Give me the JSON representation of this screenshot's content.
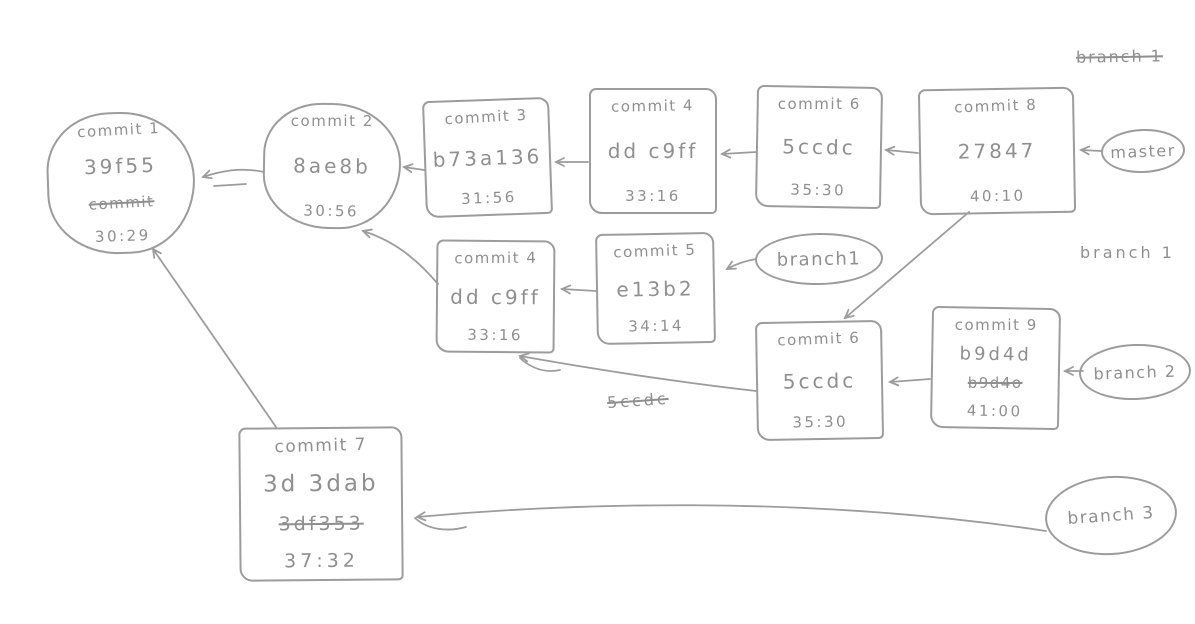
{
  "ink_color": "#9c9c9c",
  "nodes": {
    "commit1": {
      "title": "commit 1",
      "hash": "39f55",
      "struck": "commit",
      "time": "30:29"
    },
    "commit2": {
      "title": "commit 2",
      "hash": "8ae8b",
      "time": "30:56"
    },
    "commit3": {
      "title": "commit 3",
      "hash": "b73a136",
      "time": "31:56"
    },
    "commit4top": {
      "title": "commit 4",
      "hash": "dd c9ff",
      "time": "33:16"
    },
    "commit6top": {
      "title": "commit 6",
      "hash": "5ccdc",
      "time": "35:30"
    },
    "commit8": {
      "title": "commit 8",
      "hash": "27847",
      "time": "40:10"
    },
    "commit4mid": {
      "title": "commit 4",
      "hash": "dd c9ff",
      "time": "33:16"
    },
    "commit5": {
      "title": "commit 5",
      "hash": "e13b2",
      "time": "34:14"
    },
    "commit6bot": {
      "title": "commit 6",
      "hash": "5ccdc",
      "time": "35:30"
    },
    "commit9": {
      "title": "commit 9",
      "hash": "b9d4d",
      "struck": "b9d4o",
      "time": "41:00"
    },
    "commit7": {
      "title": "commit 7",
      "hash": "3d 3dab",
      "struck": "3df353",
      "time": "37:32"
    }
  },
  "labels": {
    "master": "master",
    "branch1_tag": "branch1",
    "branch1_struck_top": "branch 1",
    "branch1_text": "branch 1",
    "branch2": "branch 2",
    "bran3": "branch 3",
    "branch3": "branch 3",
    "scratched_hash": "5ccdc"
  }
}
